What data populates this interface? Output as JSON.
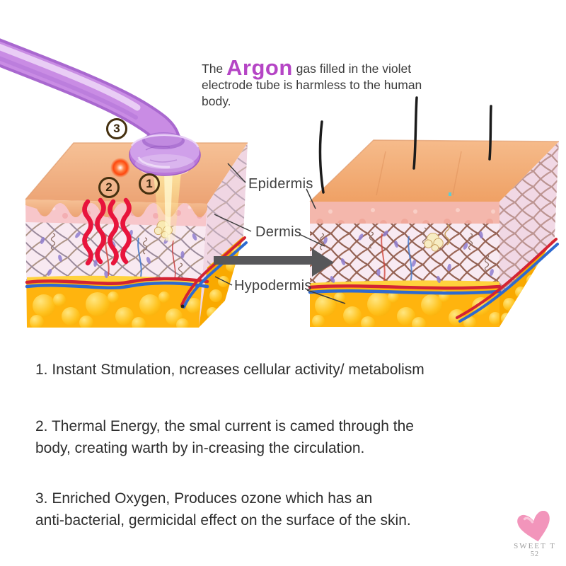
{
  "illustration": {
    "annotation": {
      "prefix": "The ",
      "highlight": "Argon",
      "rest": " gas filled in the violet electrode tube is harmless to the human body."
    },
    "labels": {
      "epidermis": "Epidermis",
      "dermis": "Dermis",
      "hypodermis": "Hypodermis"
    },
    "markers": {
      "step1": "1",
      "step2": "2",
      "step3": "3"
    }
  },
  "benefits": [
    {
      "lines": [
        "1. Instant Stmulation, ncreases cellular activity/ metabolism"
      ]
    },
    {
      "lines": [
        "2. Thermal Energy, the smal current is camed through the",
        "body, creating warth by in-creasing the circulation."
      ]
    },
    {
      "lines": [
        "3. Enriched Oxygen, Produces ozone which has an",
        "anti-bacterial, germicidal effect on the surface of the skin."
      ]
    }
  ],
  "watermark": {
    "brand": "SWEET T",
    "number": "52"
  },
  "colors": {
    "argon_highlight": "#b545c5",
    "body_text": "#2e2e2e",
    "label_text": "#3f3f3f",
    "marker_brown": "#45300f",
    "arrow_gray": "#57575a",
    "wand_violet": "#c98ce4",
    "skin_peach": "#eda77b",
    "dermis_pink": "#f8e9f1",
    "fat_yellow": "#ffb40e",
    "vessel_red": "#d32333",
    "vessel_blue": "#2e6ad0",
    "heat_wave_red": "#e8143c",
    "glow_orange": "#ff5a2b",
    "heart_pink": "#f295bb"
  }
}
